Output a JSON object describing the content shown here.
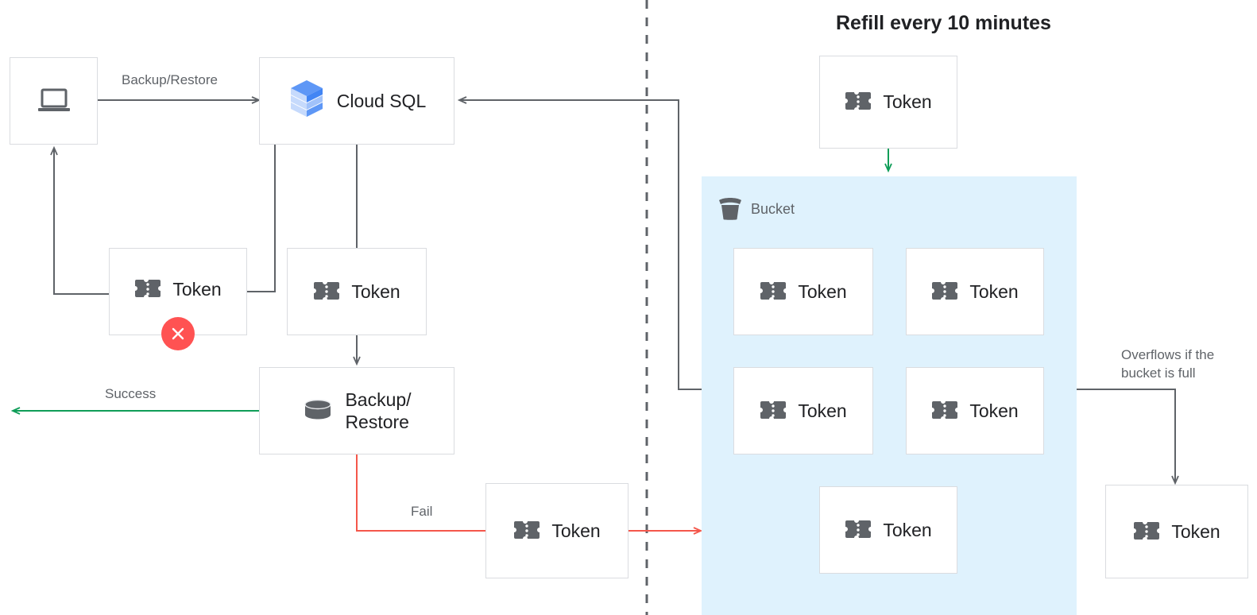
{
  "diagram": {
    "title": "Refill every 10 minutes",
    "background": "#ffffff",
    "colors": {
      "bucket_fill": "#dff2fd",
      "node_border": "#dadce0",
      "edge_gray": "#5f6368",
      "edge_green": "#0f9d58",
      "edge_red": "#f4574b",
      "fail_badge": "#ff5252",
      "text_primary": "#202124",
      "text_secondary": "#5f6368",
      "cloudsql_blue": "#4285f4"
    }
  },
  "nodes": {
    "client": {
      "label": "",
      "icon": "laptop-icon"
    },
    "cloud_sql": {
      "label": "Cloud SQL",
      "icon": "cloud-sql-icon"
    },
    "token_rejected": {
      "label": "Token",
      "icon": "token-icon",
      "badge": "fail-x-badge"
    },
    "token_accepted": {
      "label": "Token",
      "icon": "token-icon"
    },
    "backup_restore": {
      "label": "Backup/\nRestore",
      "icon": "database-icon"
    },
    "token_fail": {
      "label": "Token",
      "icon": "token-icon"
    },
    "token_refill": {
      "label": "Token",
      "icon": "token-icon"
    },
    "token_overflow": {
      "label": "Token",
      "icon": "token-icon"
    }
  },
  "bucket": {
    "title": "Bucket",
    "icon": "bucket-icon",
    "tokens": [
      {
        "label": "Token",
        "icon": "token-icon"
      },
      {
        "label": "Token",
        "icon": "token-icon"
      },
      {
        "label": "Token",
        "icon": "token-icon"
      },
      {
        "label": "Token",
        "icon": "token-icon"
      },
      {
        "label": "Token",
        "icon": "token-icon"
      }
    ]
  },
  "edge_labels": {
    "backup_restore": "Backup/Restore",
    "success": "Success",
    "fail": "Fail",
    "overflow": "Overflows if the\nbucket is full"
  }
}
